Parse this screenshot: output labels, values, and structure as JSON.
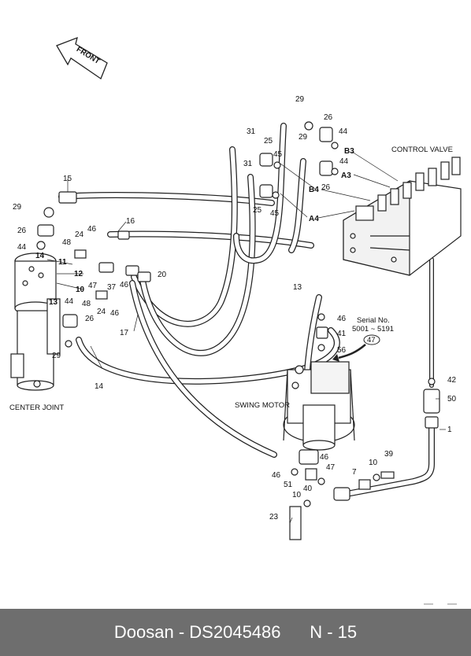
{
  "labels": {
    "front": "FRONT",
    "control_valve": "CONTROL VALVE",
    "swing_motor": "SWING MOTOR",
    "center_joint": "CENTER JOINT",
    "serial_line1": "Serial No.",
    "serial_line2": "5001 ~ 5191",
    "serial_ref": "47"
  },
  "ports": [
    "B3",
    "A3",
    "B4",
    "A4"
  ],
  "callouts": [
    "29",
    "26",
    "44",
    "31",
    "25",
    "45",
    "29",
    "B3",
    "44",
    "31",
    "A3",
    "26",
    "B4",
    "25",
    "45",
    "A4",
    "15",
    "29",
    "26",
    "16",
    "46",
    "24",
    "48",
    "44",
    "14",
    "11",
    "12",
    "37",
    "20",
    "47",
    "46",
    "10",
    "48",
    "24",
    "46",
    "13",
    "44",
    "26",
    "17",
    "29",
    "14",
    "13",
    "46",
    "41",
    "56",
    "42",
    "50",
    "1",
    "46",
    "39",
    "10",
    "47",
    "46",
    "7",
    "51",
    "40",
    "10",
    "23"
  ],
  "footer": {
    "brand": "Doosan",
    "separator": "-",
    "part_number": "DS2045486",
    "page": "N - 15"
  }
}
